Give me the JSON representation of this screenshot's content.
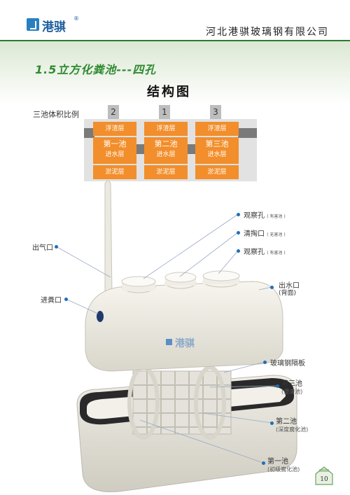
{
  "header": {
    "brand": "港骐",
    "company": "河北港骐玻璃钢有限公司"
  },
  "title": "1.5立方化粪池---四孔",
  "subtitle": "结构图",
  "ratio_label": "三池体积比例",
  "chambers": [
    {
      "number": "2",
      "top": "浮渣层",
      "mid_a": "第一池",
      "mid_b": "进水层",
      "bottom": "淤泥层"
    },
    {
      "number": "1",
      "top": "浮渣层",
      "mid_a": "第二池",
      "mid_b": "进水层",
      "bottom": "淤泥层"
    },
    {
      "number": "3",
      "top": "浮渣层",
      "mid_a": "第三池",
      "mid_b": "进水层",
      "bottom": "淤泥层"
    }
  ],
  "callouts": {
    "obs1": "观察孔",
    "obs1_note": "( 有害池 )",
    "clean": "清掏口",
    "clean_note": "( 无害池 )",
    "obs2": "观察孔",
    "obs2_note": "( 有害池 )",
    "vent": "出气口",
    "outlet": "出水口",
    "outlet_note": "(背面)",
    "inlet": "进粪口",
    "partition": "玻璃钢隔板",
    "p3": "第三池",
    "p3_note": "(澄清池)",
    "p2": "第二池",
    "p2_note": "(深度腐化池)",
    "p1": "第一池",
    "p1_note": "(初级腐化池)"
  },
  "tank_brand": "港骐",
  "page_number": "10",
  "colors": {
    "accent_green": "#2f8a31",
    "layer_orange": "#f28e2b",
    "callout_blue": "#1f6fb5",
    "brand_blue": "#1f5f9e"
  }
}
